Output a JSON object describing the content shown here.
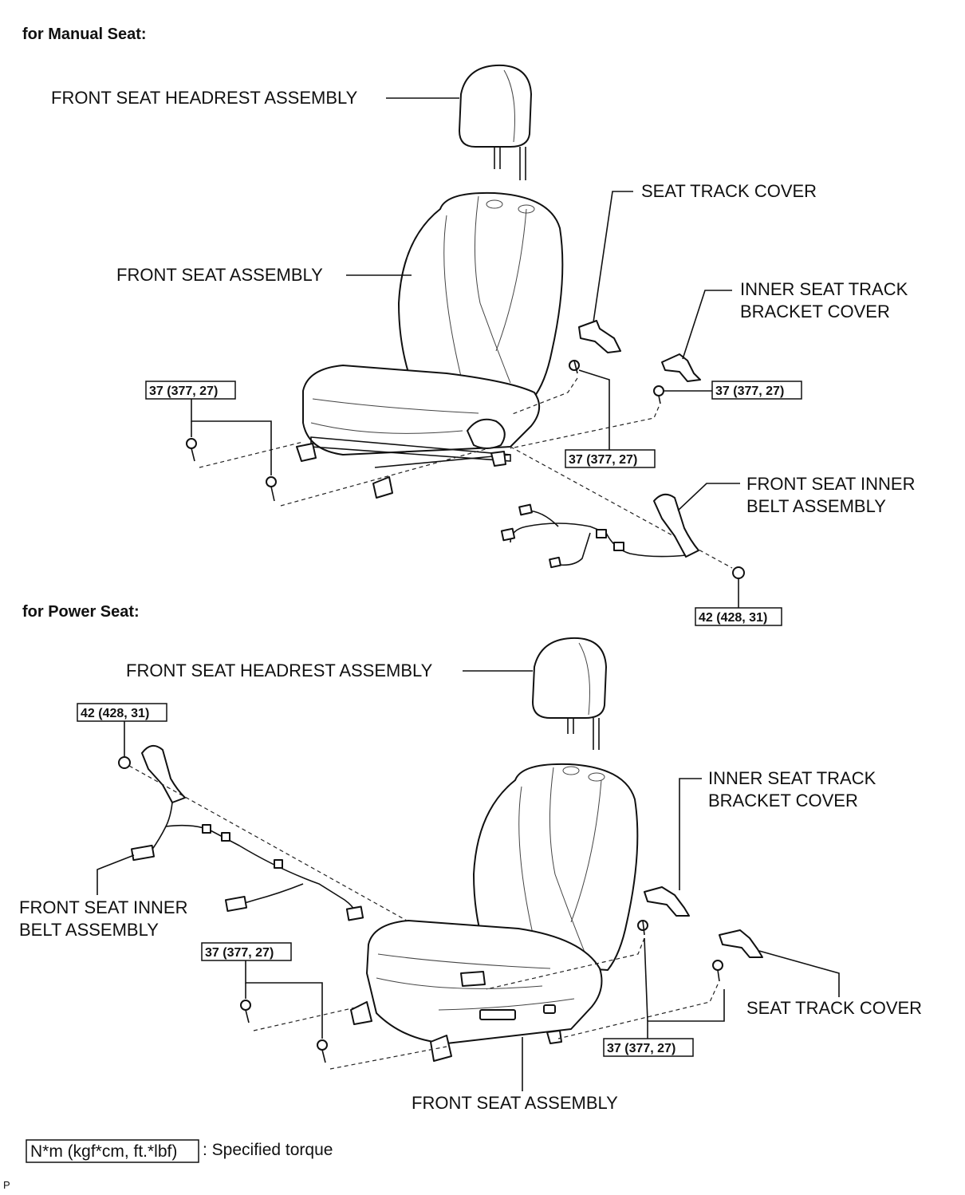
{
  "sections": {
    "manual": {
      "title": "for Manual Seat:",
      "labels": {
        "headrest": "FRONT SEAT HEADREST ASSEMBLY",
        "seat": "FRONT SEAT ASSEMBLY",
        "track_cover": "SEAT TRACK COVER",
        "bracket_cover_1": "INNER SEAT TRACK",
        "bracket_cover_2": "BRACKET COVER",
        "belt_1": "FRONT SEAT INNER",
        "belt_2": "BELT ASSEMBLY"
      },
      "torques": {
        "rear_bolts": "37 (377, 27)",
        "front_bolt": "37 (377, 27)",
        "inner_bolt": "37 (377, 27)",
        "belt_nut": "42 (428, 31)"
      }
    },
    "power": {
      "title": "for Power Seat:",
      "labels": {
        "headrest": "FRONT SEAT HEADREST ASSEMBLY",
        "bracket_cover_1": "INNER SEAT TRACK",
        "bracket_cover_2": "BRACKET COVER",
        "belt_1": "FRONT SEAT INNER",
        "belt_2": "BELT ASSEMBLY",
        "track_cover": "SEAT TRACK COVER",
        "seat": "FRONT SEAT ASSEMBLY"
      },
      "torques": {
        "belt_nut": "42 (428, 31)",
        "rear_bolts": "37 (377, 27)",
        "front_bolts": "37 (377, 27)"
      }
    }
  },
  "legend": {
    "unit_box": "N*m (kgf*cm, ft.*lbf)",
    "description": ": Specified torque"
  },
  "corner_mark": "P"
}
